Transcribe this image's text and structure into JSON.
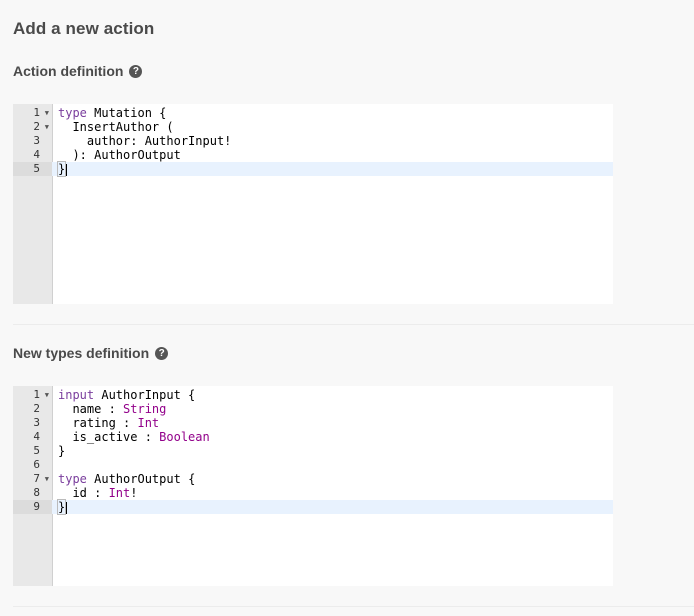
{
  "page": {
    "title": "Add a new action"
  },
  "action_definition": {
    "title": "Action definition",
    "help_icon": "question-circle-icon",
    "lines": [
      {
        "num": "1",
        "fold": true,
        "segments": [
          [
            "kw",
            "type"
          ],
          [
            "plain",
            " Mutation "
          ],
          [
            "br",
            "{"
          ]
        ]
      },
      {
        "num": "2",
        "fold": true,
        "segments": [
          [
            "plain",
            "  InsertAuthor ("
          ]
        ]
      },
      {
        "num": "3",
        "fold": false,
        "segments": [
          [
            "plain",
            "    author: AuthorInput!"
          ]
        ]
      },
      {
        "num": "4",
        "fold": false,
        "segments": [
          [
            "plain",
            "  ): AuthorOutput"
          ]
        ]
      },
      {
        "num": "5",
        "fold": false,
        "active": true,
        "segments": [
          [
            "br",
            "}"
          ]
        ]
      }
    ]
  },
  "types_definition": {
    "title": "New types definition",
    "help_icon": "question-circle-icon",
    "lines": [
      {
        "num": "1",
        "fold": true,
        "segments": [
          [
            "kw",
            "input"
          ],
          [
            "plain",
            " AuthorInput {"
          ]
        ]
      },
      {
        "num": "2",
        "fold": false,
        "segments": [
          [
            "plain",
            "  name : "
          ],
          [
            "typ",
            "String"
          ]
        ]
      },
      {
        "num": "3",
        "fold": false,
        "segments": [
          [
            "plain",
            "  rating : "
          ],
          [
            "typ",
            "Int"
          ]
        ]
      },
      {
        "num": "4",
        "fold": false,
        "segments": [
          [
            "plain",
            "  is_active : "
          ],
          [
            "typ",
            "Boolean"
          ]
        ]
      },
      {
        "num": "5",
        "fold": false,
        "segments": [
          [
            "plain",
            "}"
          ]
        ]
      },
      {
        "num": "6",
        "fold": false,
        "segments": [
          [
            "plain",
            ""
          ]
        ]
      },
      {
        "num": "7",
        "fold": true,
        "segments": [
          [
            "kw",
            "type"
          ],
          [
            "plain",
            " AuthorOutput "
          ],
          [
            "br",
            "{"
          ]
        ]
      },
      {
        "num": "8",
        "fold": false,
        "segments": [
          [
            "plain",
            "  id : "
          ],
          [
            "typ",
            "Int"
          ],
          [
            "plain",
            "!"
          ]
        ]
      },
      {
        "num": "9",
        "fold": false,
        "active": true,
        "segments": [
          [
            "br",
            "}"
          ]
        ]
      }
    ]
  }
}
